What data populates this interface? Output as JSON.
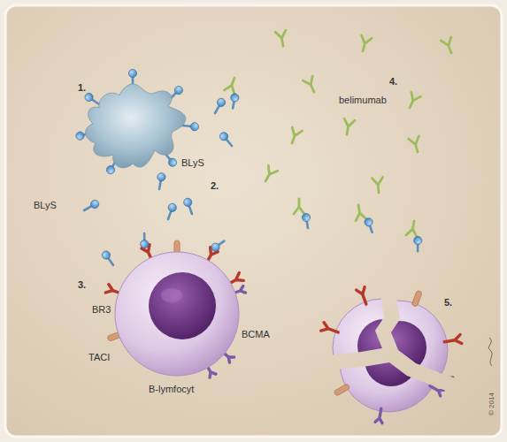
{
  "diagram": {
    "labels": [
      "1.",
      "BLyS",
      "BLyS",
      "2.",
      "belimumab",
      "4.",
      "3.",
      "BR3",
      "TACI",
      "BCMA",
      "B-lymfocyt",
      "5.",
      "© 2014"
    ]
  }
}
